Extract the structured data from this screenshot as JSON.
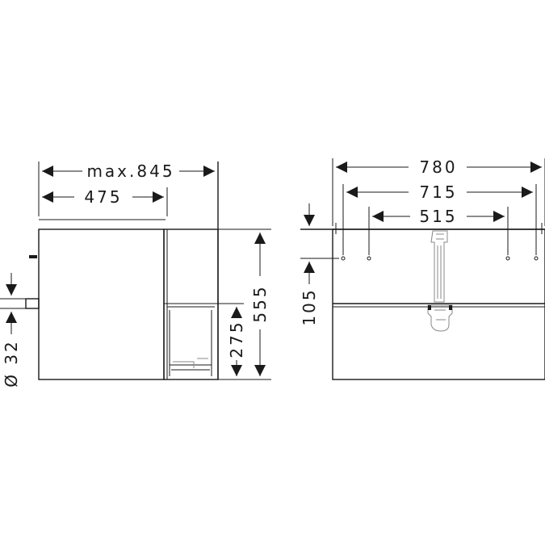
{
  "side_view": {
    "max_depth": "max.845",
    "depth": "475",
    "height": "555",
    "drawer_height": "275",
    "drain_diameter": "Ø 32"
  },
  "front_view": {
    "width": "780",
    "outer_hole_spacing": "715",
    "inner_hole_spacing": "515",
    "top_to_holes": "105"
  }
}
